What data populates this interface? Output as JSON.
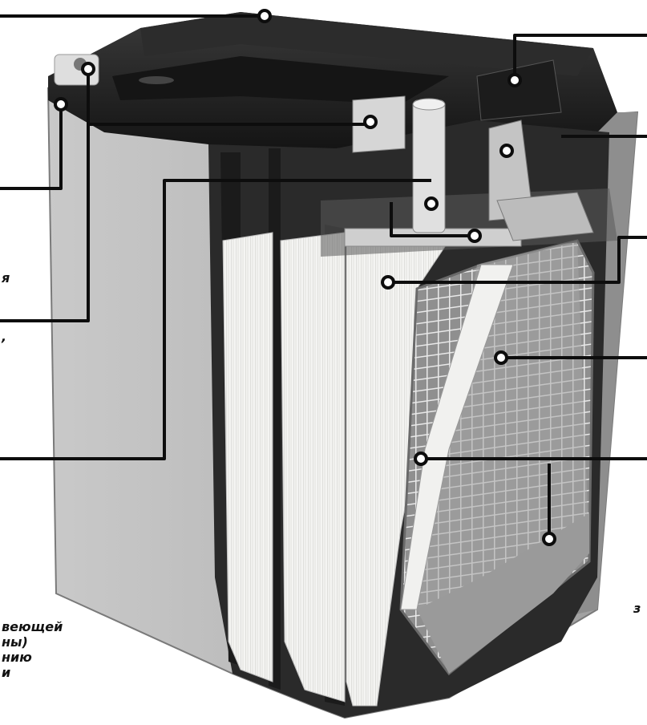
{
  "labels": {
    "left_fragment_a": "я",
    "left_fragment_b": ",",
    "bottom_left_line1": "веющей",
    "bottom_left_line2": "ны)",
    "bottom_left_line3": "нию",
    "bottom_left_line4": "и",
    "right_fragment": "з"
  },
  "colors": {
    "callout": "#0d0d0d",
    "case": "#bdbdbd",
    "lid": "#1f1f1f",
    "plates": "#f2f2f0",
    "separator": "#2a2a2a",
    "grid": "#d0d0d0"
  }
}
